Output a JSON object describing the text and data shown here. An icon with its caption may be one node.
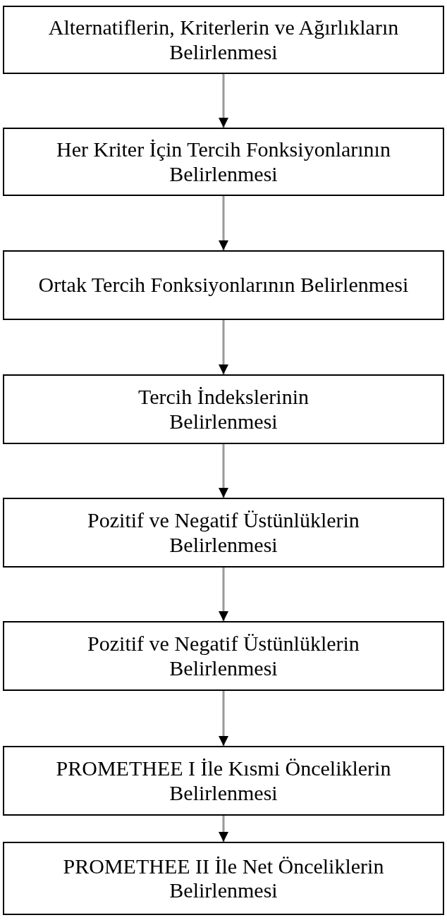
{
  "diagram": {
    "nodes": [
      {
        "text": [
          "Alternatiflerin, Kriterlerin ve Ağırlıkların Belirlenmesi"
        ]
      },
      {
        "text": [
          "Her Kriter İçin Tercih Fonksiyonlarının Belirlenmesi"
        ]
      },
      {
        "text": [
          "Ortak Tercih Fonksiyonlarının Belirlenmesi"
        ]
      },
      {
        "text": [
          "Tercih İndekslerinin Belirlenmesi"
        ]
      },
      {
        "text": [
          "Pozitif ve Negatif Üstünlüklerin Belirlenmesi"
        ]
      },
      {
        "text": [
          "Pozitif ve Negatif Üstünlüklerin Belirlenmesi"
        ]
      },
      {
        "text": [
          "PROMETHEE I İle Kısmi Önceliklerin Belirlenmesi"
        ]
      },
      {
        "text": [
          "PROMETHEE II İle Net Önceliklerin Belirlenmesi"
        ]
      }
    ],
    "edges": [
      {
        "from": 0,
        "to": 1,
        "arrow": "to"
      },
      {
        "from": 1,
        "to": 2,
        "arrow": "to"
      },
      {
        "from": 2,
        "to": 3,
        "arrow": "to"
      },
      {
        "from": 3,
        "to": 4,
        "arrow": "to"
      },
      {
        "from": 4,
        "to": 5,
        "arrow": "to"
      },
      {
        "from": 5,
        "to": 6,
        "arrow": "to"
      },
      {
        "from": 6,
        "to": 7,
        "arrow": "to"
      }
    ]
  }
}
